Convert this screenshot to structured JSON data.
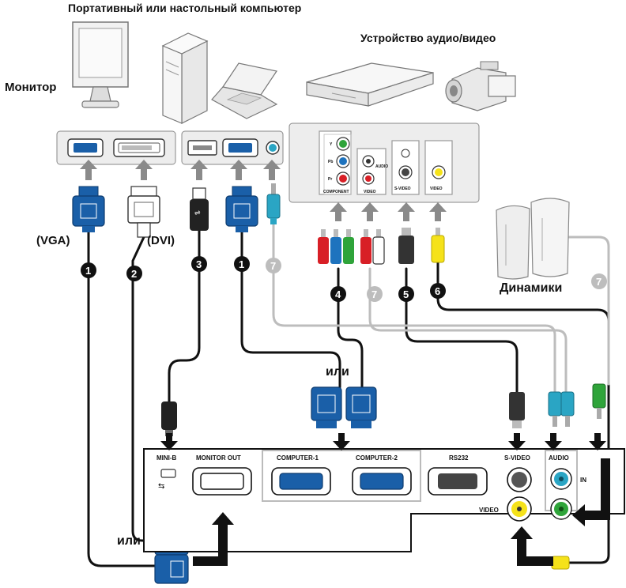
{
  "labels": {
    "computer": "Портативный или настольный компьютер",
    "av_device": "Устройство аудио/видео",
    "monitor": "Монитор",
    "vga": "(VGA)",
    "dvi": "(DVI)",
    "or_1": "или",
    "or_2": "или",
    "speakers": "Динамики"
  },
  "ports": {
    "mini_b": "MINI-B",
    "monitor_out": "MONITOR OUT",
    "computer_1": "COMPUTER-1",
    "computer_2": "COMPUTER-2",
    "rs232": "RS232",
    "s_video": "S-VIDEO",
    "audio": "AUDIO",
    "in": "IN",
    "video": "VIDEO"
  },
  "av_panel": {
    "y": "Y",
    "pb": "Pb",
    "pr": "Pr",
    "component": "COMPONENT",
    "audio": "AUDIO",
    "video_1": "VIDEO",
    "s_video": "S-VIDEO",
    "video_2": "VIDEO"
  },
  "cable_numbers": [
    "1",
    "2",
    "3",
    "1",
    "7",
    "4",
    "7",
    "5",
    "6",
    "7"
  ],
  "colors": {
    "cable_black": "#111111",
    "cable_gray": "#bdbdbd",
    "connector_blue": "#1a5fa8",
    "arrow_gray": "#8a8a8a",
    "panel_bg": "#ededed",
    "rca_red": "#d81f26",
    "rca_green": "#2fa43a",
    "rca_blue": "#1e73be",
    "rca_yellow": "#f5e21a",
    "audio_cyan": "#2aa5c4"
  }
}
